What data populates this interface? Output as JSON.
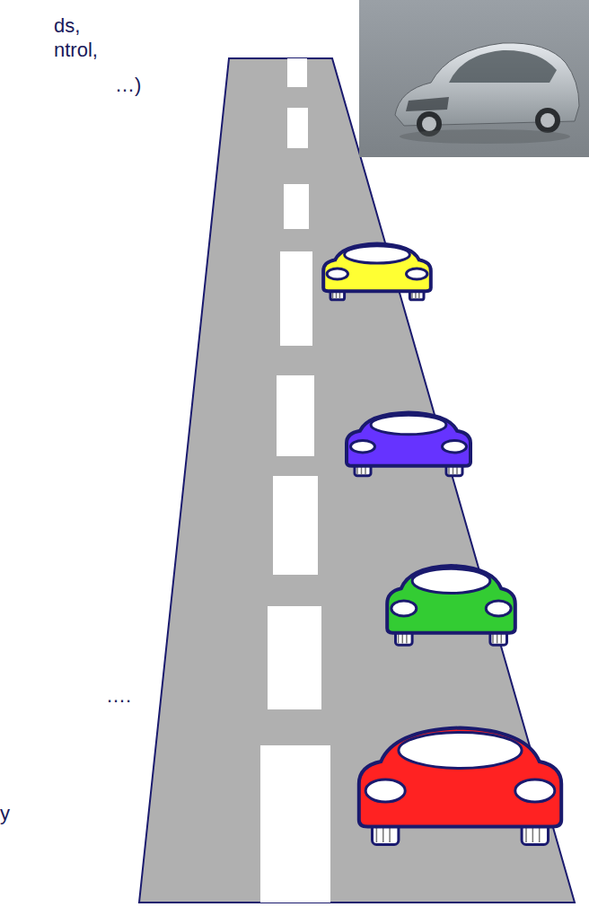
{
  "diagram": {
    "labels": [
      "ds,",
      "ntrol,",
      "…)",
      "….",
      "y"
    ]
  }
}
